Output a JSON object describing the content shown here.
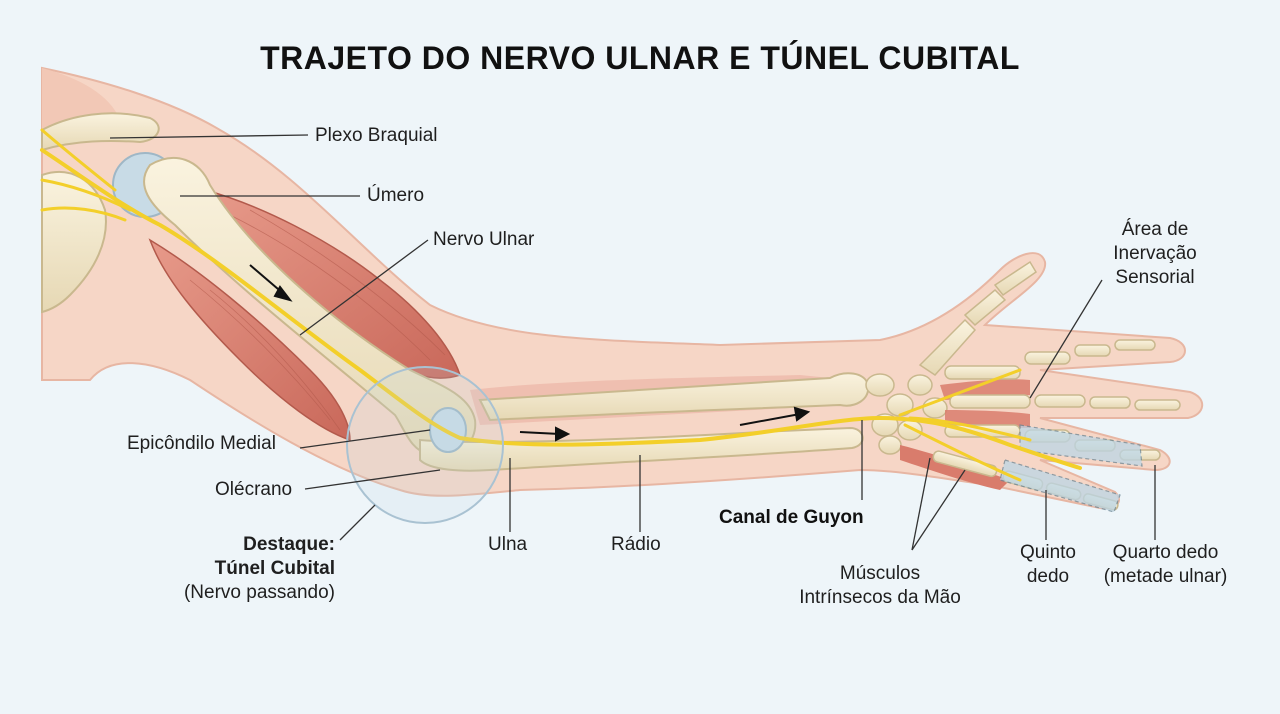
{
  "title": "TRAJETO DO NERVO ULNAR E TÚNEL CUBITAL",
  "labels": {
    "plexo_braquial": "Plexo Braquial",
    "umero": "Úmero",
    "nervo_ulnar": "Nervo Ulnar",
    "area_inervacao": [
      "Área de",
      "Inervação",
      "Sensorial"
    ],
    "epicondilo_medial": "Epicôndilo Medial",
    "olecrano": "Olécrano",
    "destaque": [
      "Destaque:",
      "Túnel Cubital"
    ],
    "destaque_sub": "(Nervo passando)",
    "ulna": "Ulna",
    "radio": "Rádio",
    "canal_guyon": "Canal de Guyon",
    "musculos": [
      "Músculos",
      "Intrínsecos da Mão"
    ],
    "quinto_dedo": [
      "Quinto",
      "dedo"
    ],
    "quarto_dedo": [
      "Quarto dedo",
      "(metade ulnar)"
    ]
  },
  "colors": {
    "background": "#eef5f9",
    "skin": "#f6d6c6",
    "skin_outline": "#e7b6a3",
    "bone": "#f1e7cd",
    "bone_outline": "#c9b88e",
    "muscle": "#d97c6c",
    "nerve": "#f3cf2a",
    "cartilage": "#b9d6e6",
    "highlight_area": "#bcd6e6"
  }
}
